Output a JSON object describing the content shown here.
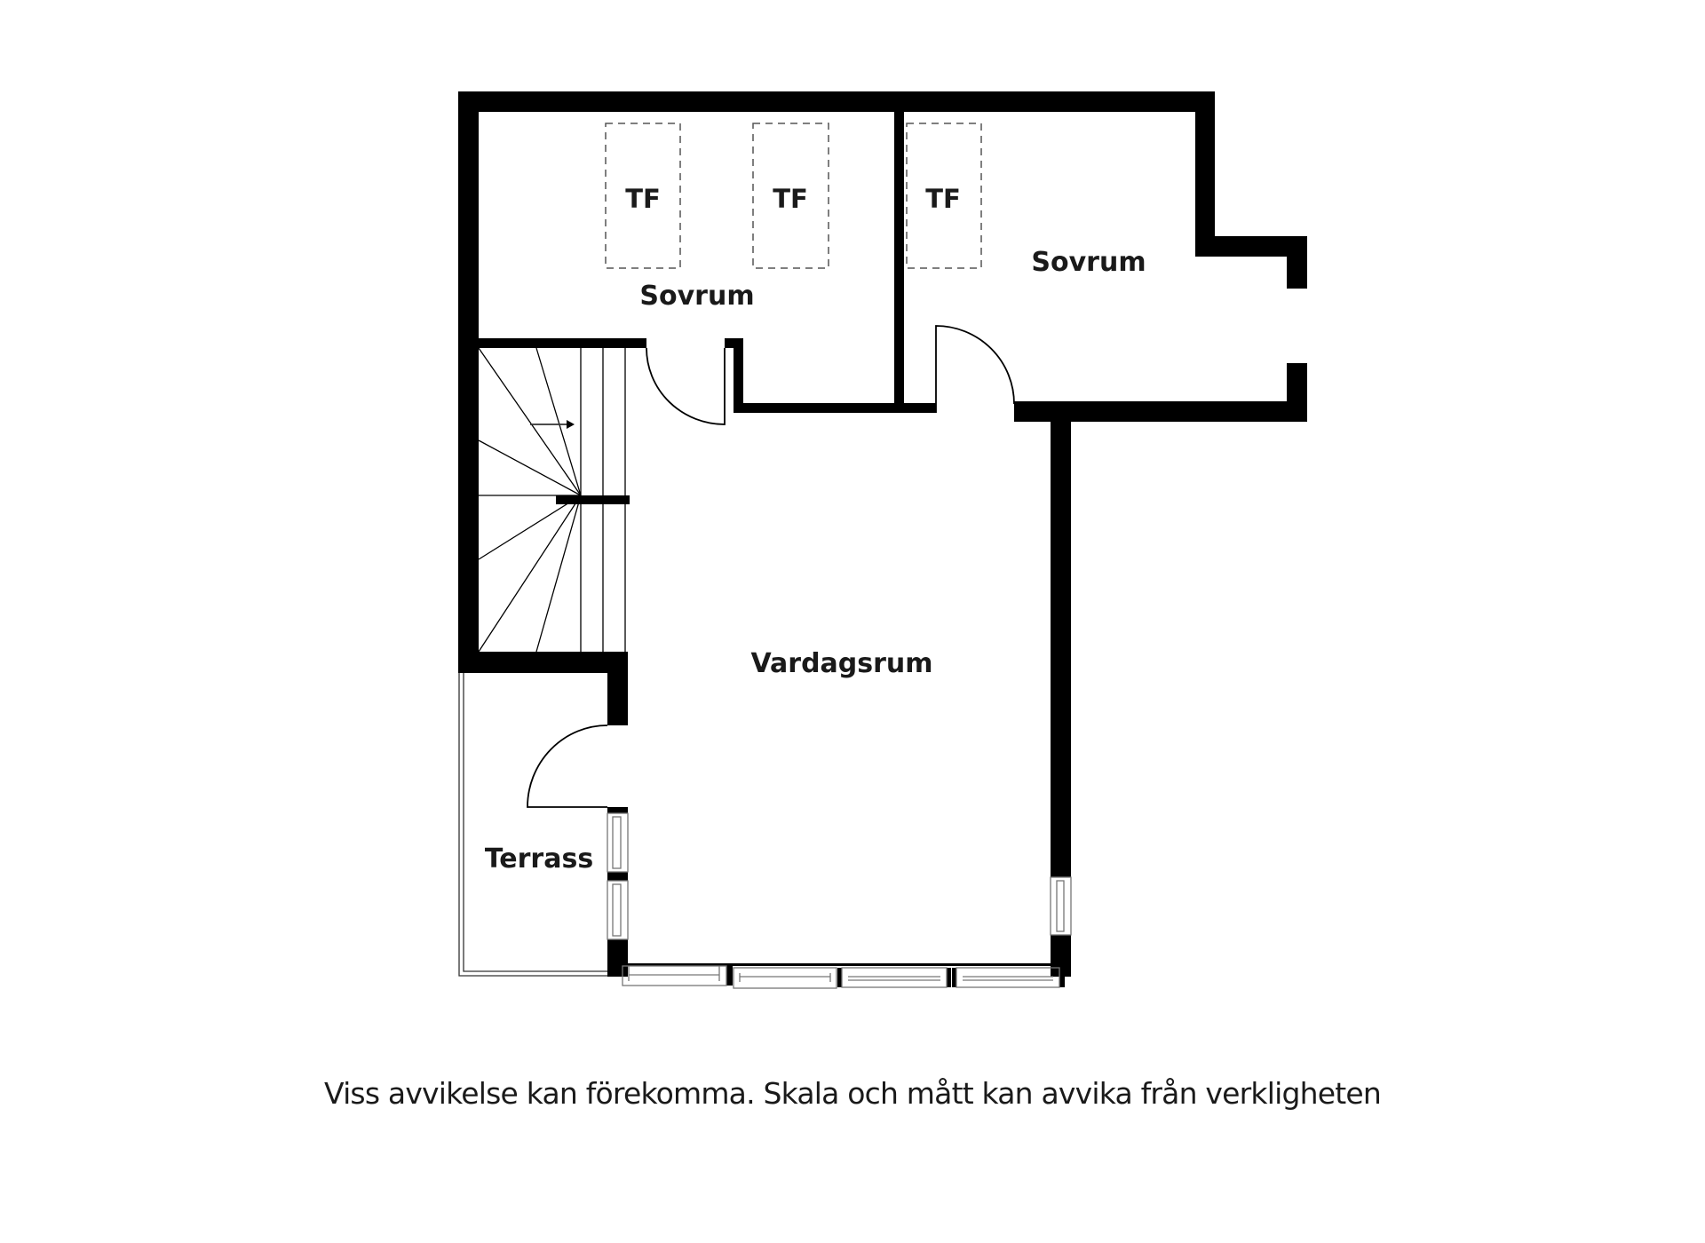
{
  "floorplan": {
    "rooms": [
      {
        "id": "sovrum-1",
        "label": "Sovrum"
      },
      {
        "id": "sovrum-2",
        "label": "Sovrum"
      },
      {
        "id": "vardagsrum",
        "label": "Vardagsrum"
      },
      {
        "id": "terrass",
        "label": "Terrass"
      }
    ],
    "storage_marks": [
      {
        "label": "TF"
      },
      {
        "label": "TF"
      },
      {
        "label": "TF"
      }
    ],
    "colors": {
      "wall": "#000000",
      "text": "#1a1a1a",
      "dashed": "#555555",
      "window": "#777777",
      "background": "#ffffff"
    }
  },
  "caption": "Viss avvikelse kan förekomma. Skala och mått kan avvika från verkligheten"
}
